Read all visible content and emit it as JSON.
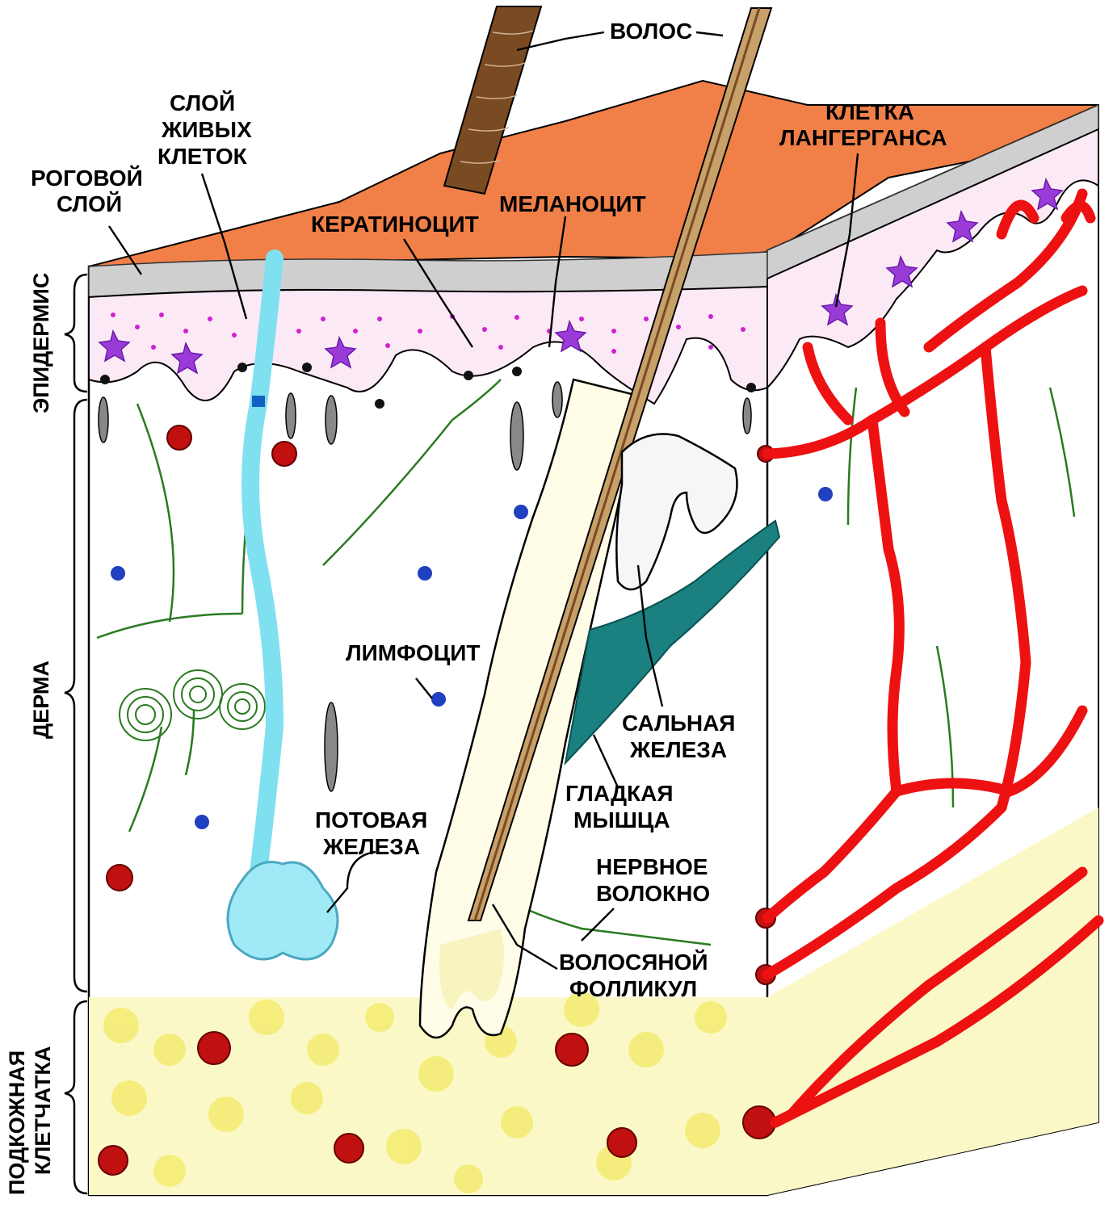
{
  "labels": {
    "hair": "ВОЛОС",
    "living_layer": [
      "СЛОЙ",
      "ЖИВЫХ",
      "КЛЕТОК"
    ],
    "horny_layer": [
      "РОГОВОЙ",
      "СЛОЙ"
    ],
    "keratinocyte": "КЕРАТИНОЦИТ",
    "melanocyte": "МЕЛАНОЦИТ",
    "langerhans_cell": [
      "КЛЕТКА",
      "ЛАНГЕРГАНСА"
    ],
    "lymphocyte": "ЛИМФОЦИТ",
    "sebaceous_gland": [
      "САЛЬНАЯ",
      "ЖЕЛЕЗА"
    ],
    "smooth_muscle": [
      "ГЛАДКАЯ",
      "МЫШЦА"
    ],
    "sweat_gland": [
      "ПОТОВАЯ",
      "ЖЕЛЕЗА"
    ],
    "nerve_fiber": [
      "НЕРВНОЕ",
      "ВОЛОКНО"
    ],
    "hair_follicle": [
      "ВОЛОСЯНОЙ",
      "ФОЛЛИКУЛ"
    ]
  },
  "layers": {
    "epidermis": "ЭПИДЕРМИС",
    "dermis": "ДЕРМА",
    "subcutis": [
      "ПОДКОЖНАЯ",
      "КЛЕТЧАТКА"
    ]
  },
  "colors": {
    "surface": "#f08048",
    "horny": "#cfcfcf",
    "vessel": "#ee1111",
    "sweat_duct": "#7fe0f0",
    "muscle": "#1a8080",
    "fat": "#f5f08a",
    "nerve": "#2a7a20",
    "langerhans": "#9a3bd8",
    "hair_brown": "#7a4a22",
    "follicle_fill": "#f8f4c0",
    "lymphocyte": "#2040c0",
    "blood_cell": "#c01010"
  }
}
